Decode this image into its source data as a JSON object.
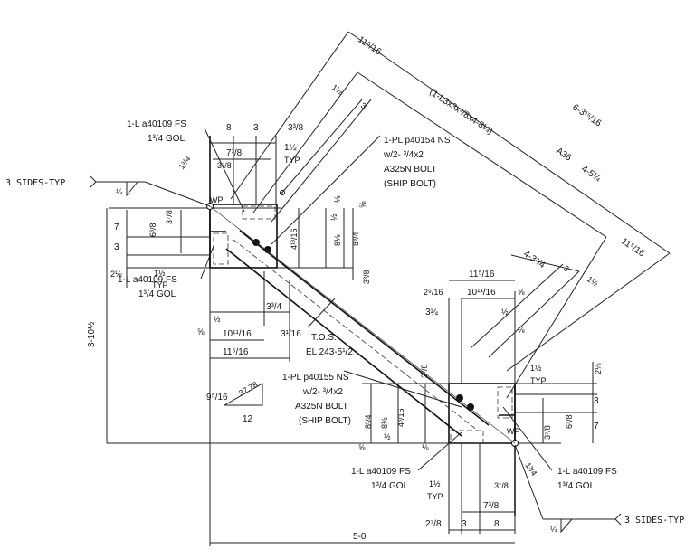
{
  "labels": {
    "upper_angle_callout": "1-L a40109 FS",
    "upper_angle_gol": "1³/4 GOL",
    "upper_plate_callout": "1-PL p40154 NS",
    "upper_bolts": "w/2- ³/4x2",
    "upper_bolt_spec": "A325N BOLT",
    "upper_ship_bolt": "(SHIP BOLT)",
    "left_angle_callout": "1-L a40109 FS",
    "left_angle_gol": "1³/4 GOL",
    "lower_plate_callout": "1-PL p40155 NS",
    "lower_bolts": "w/2- ³/4x2",
    "lower_bolt_spec": "A325N BOLT",
    "lower_ship_bolt": "(SHIP BOLT)",
    "bottom_angle_callout": "1-L a40109 FS",
    "bottom_angle_gol": "1³/4 GOL",
    "right_angle_callout": "1-L a40109 FS",
    "right_angle_gol": "1³/4 GOL",
    "tos": "T.O.S.",
    "elevation": "EL 243-5¹/2",
    "sides_left": "3 SIDES-TYP",
    "sides_right": "3 SIDES-TYP",
    "weld_left": "¼",
    "weld_right": "¼",
    "wp_upper": "WP",
    "wp_lower": "WP",
    "member": "(1-L3x3x³/8x4-8¼)",
    "grade": "A36",
    "member_len": "4-5¼",
    "overall_len": "6-3¹⁵/16",
    "slope_rise": "9⁵/16",
    "slope_run": "12",
    "slope_hyp": "37.78"
  },
  "dims": {
    "top_8": "8",
    "top_3": "3",
    "top_3_3_8": "3³/8",
    "top_7_3_8": "7³/8",
    "top_3_7_8": "3⁷/8",
    "top_1_1_2": "1½",
    "top_typ": "TYP",
    "top_1_3_4": "1³/4",
    "left_7": "7",
    "left_3": "3",
    "left_2_1_8": "2⅛",
    "left_6_3_8": "6³/8",
    "left_3_7_8": "3⁷/8",
    "left_1_1_2": "1½",
    "left_typ": "TYP",
    "mid_4_13_16": "4¹³/16",
    "mid_8_1_8": "8⅛",
    "mid_8_3_4": "8³/4",
    "mid_5_8": "⅝",
    "mid_1_2": "½",
    "mid_1_8": "⅛",
    "mid_3_3_8": "3³/8",
    "mid_3_3_4": "3³/4",
    "bot_10_11_16": "10¹¹/16",
    "bot_11_5_16": "11⁵/16",
    "bot_3_1_16": "3¹/16",
    "bot_1_2": "½",
    "bot_5_8": "⅝",
    "height_3_10_1_2": "3-10½",
    "diag_11_5_16_a": "11⁵/16",
    "diag_1_1_2_a": "1½",
    "diag_3_a": "3",
    "diag_4_3_3_4": "4-3³/4",
    "diag_3_b": "3",
    "diag_1_1_2_b": "1½",
    "diag_11_5_16_b": "11⁵/16",
    "r_11_5_16": "11⁵/16",
    "r_2_9_16": "2⁹/16",
    "r_10_11_16": "10¹¹/16",
    "r_5_8": "⅝",
    "r_3_1_4": "3¼",
    "r_1_2": "½",
    "r_1_8": "⅛",
    "r_1_1_2": "1½",
    "r_typ": "TYP",
    "r_2_1_8": "2⅛",
    "r_3": "3",
    "r_6_3_8": "6³/8",
    "r_7": "7",
    "r_3_7_8": "3⁷/8",
    "r_1_3_4": "1³/4",
    "r_3_3_8": "3³/8",
    "r_4_3_16": "4³/16",
    "r_8_1_8": "8⅛",
    "r_8_3_4": "8³/4",
    "r_5_8_b": "⅝",
    "r_1_2_b": "½",
    "r_1_8_b": "⅛",
    "rb_1_1_2": "1½",
    "rb_typ": "TYP",
    "rb_3_7_8": "3⁷/8",
    "rb_7_3_8": "7³/8",
    "rb_2_7_8": "2⁷/8",
    "rb_3": "3",
    "rb_8": "8",
    "overall_5_0": "5-0"
  }
}
